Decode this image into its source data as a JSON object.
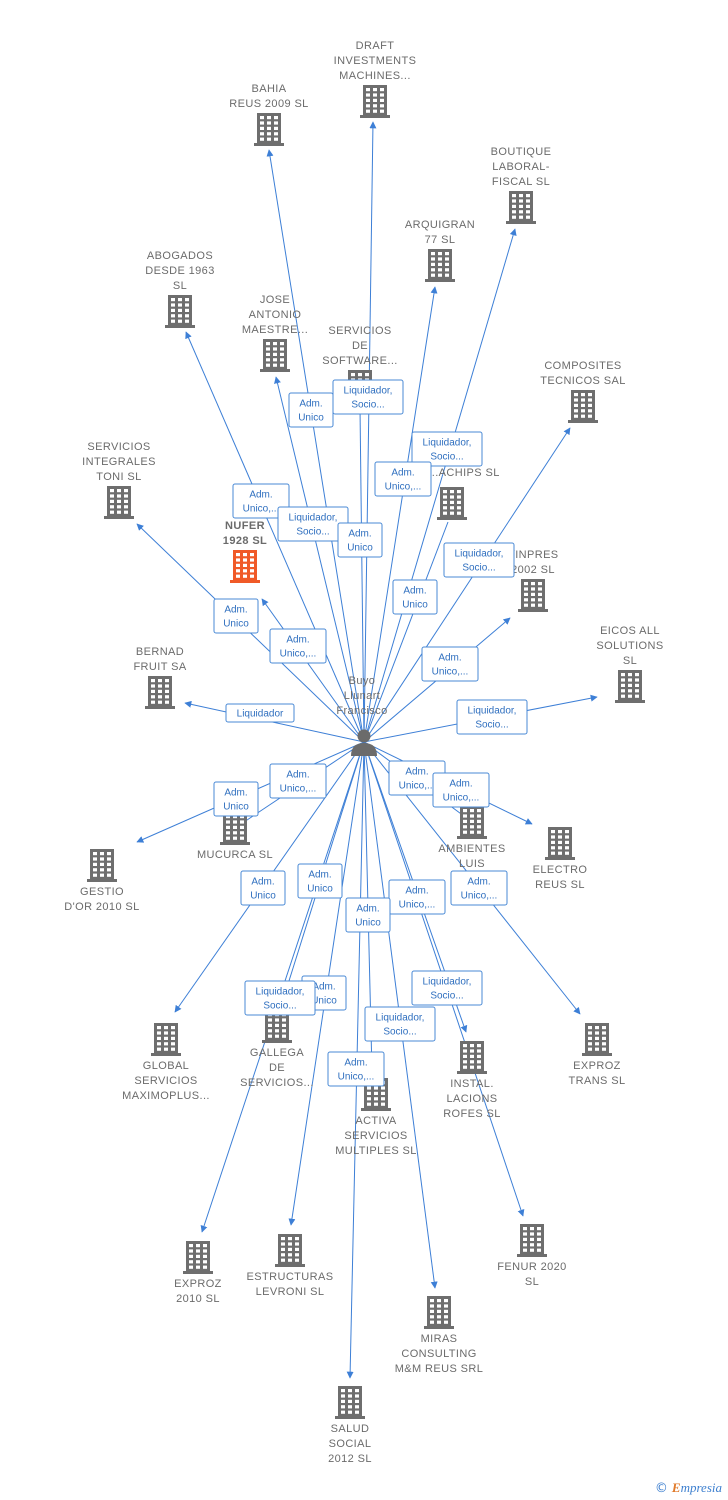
{
  "center": {
    "label": [
      "Buyo",
      "Llunart",
      "Francisco"
    ],
    "icon": "person-icon"
  },
  "colors": {
    "edge": "#3d7fd6",
    "building": "#6e6e6e",
    "highlight": "#f05a28"
  },
  "nodes": [
    {
      "id": "draft",
      "label": [
        "DRAFT",
        "INVESTMENTS",
        "MACHINES..."
      ]
    },
    {
      "id": "bahia",
      "label": [
        "BAHIA",
        "REUS 2009 SL"
      ]
    },
    {
      "id": "boutique",
      "label": [
        "BOUTIQUE",
        "LABORAL-",
        "FISCAL  SL"
      ]
    },
    {
      "id": "arquigran",
      "label": [
        "ARQUIGRAN",
        "77  SL"
      ]
    },
    {
      "id": "abogados",
      "label": [
        "ABOGADOS",
        "DESDE 1963",
        "SL"
      ]
    },
    {
      "id": "jose",
      "label": [
        "JOSE",
        "ANTONIO",
        "MAESTRE..."
      ]
    },
    {
      "id": "servsoft",
      "label": [
        "SERVICIOS",
        "DE",
        "SOFTWARE..."
      ]
    },
    {
      "id": "composites",
      "label": [
        "COMPOSITES",
        "TECNICOS SAL"
      ]
    },
    {
      "id": "servint",
      "label": [
        "SERVICIOS",
        "INTEGRALES",
        "TONI SL"
      ]
    },
    {
      "id": "achips",
      "label": [
        "...ACHIPS SL"
      ]
    },
    {
      "id": "nufer",
      "label": [
        "NUFER",
        "1928  SL"
      ],
      "highlight": true
    },
    {
      "id": "vinpres",
      "label": [
        "VINPRES",
        "2002 SL"
      ]
    },
    {
      "id": "eicos",
      "label": [
        "EICOS ALL",
        "SOLUTIONS",
        "SL"
      ]
    },
    {
      "id": "bernad",
      "label": [
        "BERNAD",
        "FRUIT SA"
      ]
    },
    {
      "id": "mucurca",
      "label": [
        "MUCURCA SL"
      ]
    },
    {
      "id": "ambientes",
      "label": [
        "AMBIENTES",
        "LUIS",
        "TO..."
      ]
    },
    {
      "id": "electro",
      "label": [
        "ELECTRO",
        "REUS  SL"
      ]
    },
    {
      "id": "gestio",
      "label": [
        "GESTIO",
        "D'OR 2010 SL"
      ]
    },
    {
      "id": "global",
      "label": [
        "GLOBAL",
        "SERVICIOS",
        "MAXIMOPLUS..."
      ]
    },
    {
      "id": "gallega",
      "label": [
        "GALLEGA",
        "DE",
        "SERVICIOS..."
      ]
    },
    {
      "id": "instal",
      "label": [
        "INSTAL.",
        "LACIONS",
        "ROFES  SL"
      ]
    },
    {
      "id": "exproztrans",
      "label": [
        "EXPROZ",
        "TRANS  SL"
      ]
    },
    {
      "id": "activa",
      "label": [
        "ACTIVA",
        "SERVICIOS",
        "MULTIPLES  SL"
      ]
    },
    {
      "id": "exproz2010",
      "label": [
        "EXPROZ",
        "2010 SL"
      ]
    },
    {
      "id": "estructuras",
      "label": [
        "ESTRUCTURAS",
        "LEVRONI SL"
      ]
    },
    {
      "id": "fenur",
      "label": [
        "FENUR 2020",
        "SL"
      ]
    },
    {
      "id": "miras",
      "label": [
        "MIRAS",
        "CONSULTING",
        "M&M REUS SRL"
      ]
    },
    {
      "id": "salud",
      "label": [
        "SALUD",
        "SOCIAL",
        "2012 SL"
      ]
    }
  ],
  "edge_labels": [
    {
      "id": "e1",
      "lines": [
        "Adm.",
        "Unico"
      ]
    },
    {
      "id": "e2",
      "lines": [
        "Liquidador,",
        "Socio..."
      ]
    },
    {
      "id": "e3",
      "lines": [
        "Liquidador,",
        "Socio..."
      ]
    },
    {
      "id": "e4",
      "lines": [
        "Adm.",
        "Unico,..."
      ]
    },
    {
      "id": "e5",
      "lines": [
        "Adm.",
        "Unico,..."
      ]
    },
    {
      "id": "e6",
      "lines": [
        "Liquidador,",
        "Socio..."
      ]
    },
    {
      "id": "e7",
      "lines": [
        "Adm.",
        "Unico"
      ]
    },
    {
      "id": "e8",
      "lines": [
        "Liquidador,",
        "Socio..."
      ]
    },
    {
      "id": "e9",
      "lines": [
        "Adm.",
        "Unico"
      ]
    },
    {
      "id": "e10",
      "lines": [
        "Adm.",
        "Unico"
      ]
    },
    {
      "id": "e11",
      "lines": [
        "Adm.",
        "Unico,..."
      ]
    },
    {
      "id": "e12",
      "lines": [
        "Adm.",
        "Unico,..."
      ]
    },
    {
      "id": "e13",
      "lines": [
        "Liquidador"
      ]
    },
    {
      "id": "e14",
      "lines": [
        "Liquidador,",
        "Socio..."
      ]
    },
    {
      "id": "e15",
      "lines": [
        "Adm.",
        "Unico,..."
      ]
    },
    {
      "id": "e16",
      "lines": [
        "Adm.",
        "Unico,..."
      ]
    },
    {
      "id": "e17",
      "lines": [
        "Adm.",
        "Unico,..."
      ]
    },
    {
      "id": "e18",
      "lines": [
        "Adm.",
        "Unico"
      ]
    },
    {
      "id": "e19",
      "lines": [
        "Adm.",
        "Unico"
      ]
    },
    {
      "id": "e20",
      "lines": [
        "Adm.",
        "Unico"
      ]
    },
    {
      "id": "e21",
      "lines": [
        "Adm.",
        "Unico,..."
      ]
    },
    {
      "id": "e22",
      "lines": [
        "Adm.",
        "Unico,..."
      ]
    },
    {
      "id": "e23",
      "lines": [
        "Adm.",
        "Unico"
      ]
    },
    {
      "id": "e24",
      "lines": [
        "Liquidador,",
        "Socio..."
      ]
    },
    {
      "id": "e25",
      "lines": [
        "Adm.",
        "Unico"
      ]
    },
    {
      "id": "e26",
      "lines": [
        "Liquidador,",
        "Socio..."
      ]
    },
    {
      "id": "e27",
      "lines": [
        "Liquidador,",
        "Socio..."
      ]
    },
    {
      "id": "e28",
      "lines": [
        "Adm.",
        "Unico,..."
      ]
    }
  ],
  "footer": {
    "copyright": "©",
    "brand_first": "E",
    "brand_rest": "mpresia"
  }
}
